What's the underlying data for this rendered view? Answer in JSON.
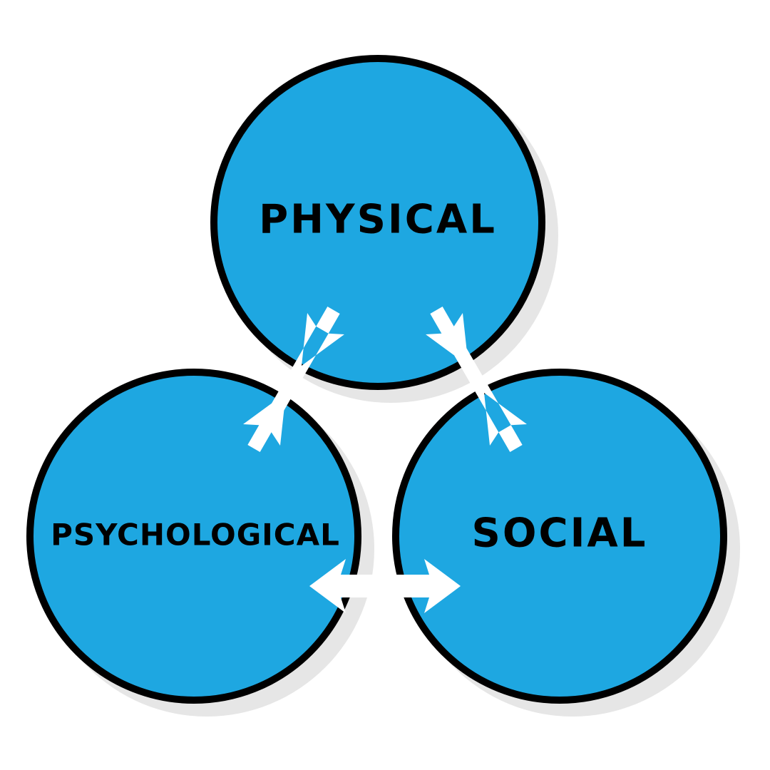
{
  "diagram": {
    "nodes": [
      {
        "id": "physical",
        "label": "PHYSICAL"
      },
      {
        "id": "psychological",
        "label": "PSYCHOLOGICAL"
      },
      {
        "id": "social",
        "label": "SOCIAL"
      }
    ],
    "connections": [
      {
        "from": "physical",
        "to": "psychological",
        "direction": "bidirectional"
      },
      {
        "from": "physical",
        "to": "social",
        "direction": "bidirectional"
      },
      {
        "from": "psychological",
        "to": "social",
        "direction": "bidirectional"
      }
    ],
    "colors": {
      "circle_fill": "#1ea7e1",
      "circle_outline": "#000000",
      "shadow": "#e6e6e6",
      "arrow": "#ffffff",
      "label_text": "#000000"
    }
  }
}
